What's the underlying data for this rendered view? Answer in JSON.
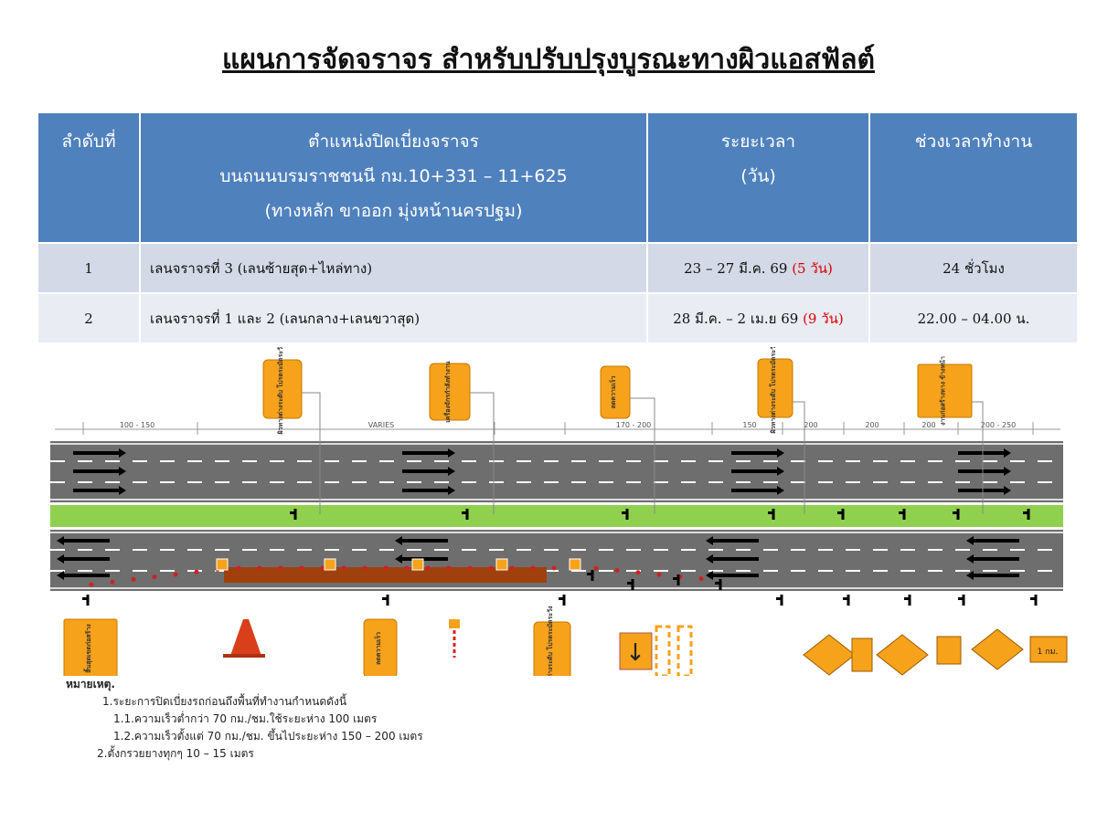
{
  "title": "แผนการจัดจราจร สำหรับปรับปรุงบูรณะทางผิวแอสฟัลต์",
  "table": {
    "headers": [
      "ลำดับที่",
      "ตำแหน่งปิดเบี่ยงจราจร",
      "บนถนนบรมราชชนนี กม.10+331 – 11+625",
      "(ทางหลัก ขาออก มุ่งหน้านครปฐม)",
      "ระยะเวลา",
      "(วัน)",
      "ช่วงเวลาทำงาน"
    ],
    "rows": [
      {
        "no": "1",
        "location": "เลนจราจรที่ 3 (เลนซ้ายสุด+ไหล่ทาง)",
        "period": "23 – 27 มี.ค. 69",
        "days": "(5 วัน)",
        "hours": "24 ชั่วโมง"
      },
      {
        "no": "2",
        "location": "เลนจราจรที่ 1 และ 2 (เลนกลาง+เลนขวาสุด)",
        "period": "28 มี.ค. – 2 เม.ย 69",
        "days": "(9 วัน)",
        "hours": "22.00 – 04.00 น."
      }
    ]
  },
  "diagram": {
    "distances": [
      "100 - 150",
      "VARIES",
      "170 - 200",
      "150",
      "200",
      "200",
      "200",
      "200 - 250"
    ],
    "signs": {
      "uneven": "ผิวทางต่างระดับ โปรดระมัดระวัง",
      "machine": "เครื่องจักรกำลังทำงาน",
      "slow": "ลดความเร็ว",
      "construction_ahead": "งานก่อสร้างทาง ข้างหน้า",
      "end": "สิ้นสุดเขตก่อสร้าง",
      "km": "1 กม."
    },
    "colors": {
      "road": "#6e6e6e",
      "median": "#8fd14f",
      "sign": "#f7a21b",
      "work_zone": "#a0410d",
      "cones": "#cc2222"
    }
  },
  "notes": {
    "heading": "หมายเหตุ.",
    "items": [
      "1.ระยะการปิดเบี่ยงรถก่อนถึงพื้นที่ทำงานกำหนดดังนี้",
      "1.1.ความเร็วต่ำกว่า 70 กม./ชม.ใช้ระยะห่าง 100 เมตร",
      "1.2.ความเร็วตั้งแต่ 70 กม./ชม. ขึ้นไประยะห่าง 150 – 200 เมตร",
      "2.ตั้งกรวยยางทุกๆ 10 – 15 เมตร"
    ]
  }
}
